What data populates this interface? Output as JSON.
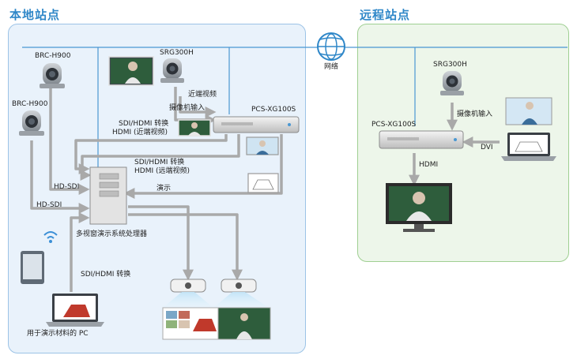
{
  "sites": {
    "local_title": "本地站点",
    "remote_title": "远程站点"
  },
  "network": {
    "label": "网络",
    "icon": "globe-icon"
  },
  "local": {
    "cam_brc_top": "BRC-H900",
    "cam_brc_left": "BRC-H900",
    "cam_srg": "SRG300H",
    "near_video": "近端视频",
    "camera_input": "摄像机输入",
    "codec": "PCS-XG100S",
    "sdi_hdmi_1": "SDI/HDMI 转换",
    "hdmi_near_1": "HDMI (近端视频)",
    "sdi_hdmi_2": "SDI/HDMI 转换",
    "hdmi_near_2": "HDMI (远端视频)",
    "hd_sdi_1": "HD-SDI",
    "hd_sdi_2": "HD-SDI",
    "presentation": "演示",
    "processor": "多视窗演示系统处理器",
    "sdi_hdmi_3": "SDI/HDMI 转换",
    "pc_label": "用于演示材料的 PC"
  },
  "remote": {
    "cam_srg": "SRG300H",
    "camera_input": "摄像机输入",
    "codec": "PCS-XG100S",
    "hdmi": "HDMI",
    "dvi": "DVI"
  },
  "colors": {
    "title_blue": "#2f87c8",
    "local_bg": "#e9f2fb",
    "local_border": "#9cc3e6",
    "remote_bg": "#edf6ea",
    "remote_border": "#9fcf92",
    "network_line": "#4a97d2",
    "arrow_gray": "#a9a9a9"
  }
}
